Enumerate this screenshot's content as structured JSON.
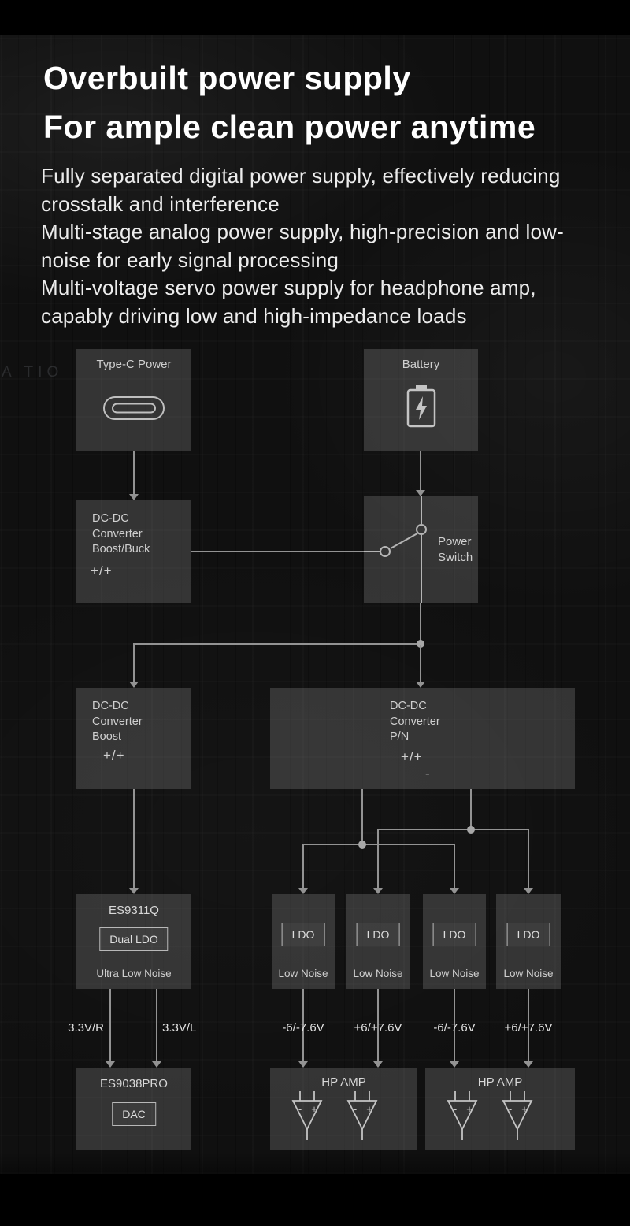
{
  "background": {
    "marking": "A TIO"
  },
  "header": {
    "title_line1": "Overbuilt power supply",
    "title_line2": "For ample clean power anytime",
    "paragraphs": [
      "Fully separated digital power supply, effectively reducing crosstalk and interference",
      "Multi-stage analog power supply, high-precision and low-noise for early signal processing",
      "Multi-voltage servo power supply for headphone amp, capably driving low and high-impedance loads"
    ]
  },
  "diagram": {
    "typec_label": "Type-C Power",
    "battery_label": "Battery",
    "dcdc_boost_buck": {
      "line1": "DC-DC",
      "line2": "Converter",
      "line3": "Boost/Buck",
      "symbol": "+/+"
    },
    "power_switch": {
      "line1": "Power",
      "line2": "Switch"
    },
    "dcdc_boost": {
      "line1": "DC-DC",
      "line2": "Converter",
      "line3": "Boost",
      "symbol": "+/+"
    },
    "dcdc_pn": {
      "line1": "DC-DC",
      "line2": "Converter",
      "line3": "P/N",
      "symbol": "+/+",
      "symbol_minus": "-"
    },
    "es9311q": {
      "title": "ES9311Q",
      "inner": "Dual LDO",
      "subtitle": "Ultra Low Noise"
    },
    "ldo": {
      "label": "LDO",
      "subtitle": "Low Noise"
    },
    "dac_rail_left": "3.3V/R",
    "dac_rail_right": "3.3V/L",
    "amp_rails": [
      "-6/-7.6V",
      "+6/+7.6V",
      "-6/-7.6V",
      "+6/+7.6V"
    ],
    "es9038pro": {
      "title": "ES9038PRO",
      "inner": "DAC"
    },
    "hp_amp_title": "HP AMP",
    "opamp_minus": "-",
    "opamp_plus": "+"
  }
}
